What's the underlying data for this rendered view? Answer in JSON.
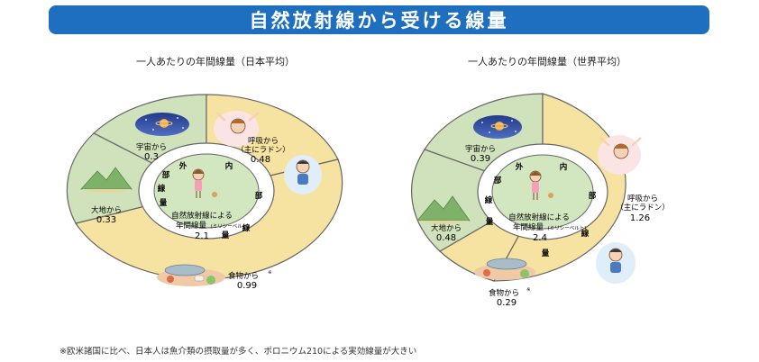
{
  "page_title": "自然放射線から受ける線量",
  "footnote": "※欧米諸国に比べ、日本人は魚介類の摂取量が多く、ポロニウム210による実効線量が大きい",
  "colors": {
    "banner": "#1f6fc0",
    "internal": "#f6e3a2",
    "external": "#cfe2bb",
    "center": "#d2e6c0",
    "outline": "#666666"
  },
  "japan": {
    "title": "一人あたりの年間線量（日本平均）",
    "center_label_1": "自然放射線による",
    "center_label_2": "年間線量",
    "center_unit": "(ミリシーベルト)",
    "total": "2.1",
    "ring_external": [
      "外",
      "部",
      "線",
      "量"
    ],
    "ring_internal": [
      "内",
      "部",
      "線",
      "量"
    ],
    "segments": {
      "cosmic": {
        "label": "宇宙から",
        "value": "0.3"
      },
      "radon": {
        "label": "呼吸から",
        "label2": "（主にラドン）",
        "value": "0.48"
      },
      "food": {
        "label": "食物から",
        "note_mark": "※",
        "value": "0.99"
      },
      "ground": {
        "label": "大地から",
        "value": "0.33"
      }
    }
  },
  "world": {
    "title": "一人あたりの年間線量（世界平均）",
    "center_label_1": "自然放射線による",
    "center_label_2": "年間線量",
    "center_unit": "(ミリシーベルト)",
    "total": "2.4",
    "ring_external": [
      "外",
      "部",
      "線",
      "量"
    ],
    "ring_internal": [
      "内",
      "部",
      "線",
      "量"
    ],
    "segments": {
      "cosmic": {
        "label": "宇宙から",
        "value": "0.39"
      },
      "radon": {
        "label": "呼吸から",
        "label2": "（主にラドン）",
        "value": "1.26"
      },
      "food": {
        "label": "食物から",
        "note_mark": "※",
        "value": "0.29"
      },
      "ground": {
        "label": "大地から",
        "value": "0.48"
      }
    }
  }
}
